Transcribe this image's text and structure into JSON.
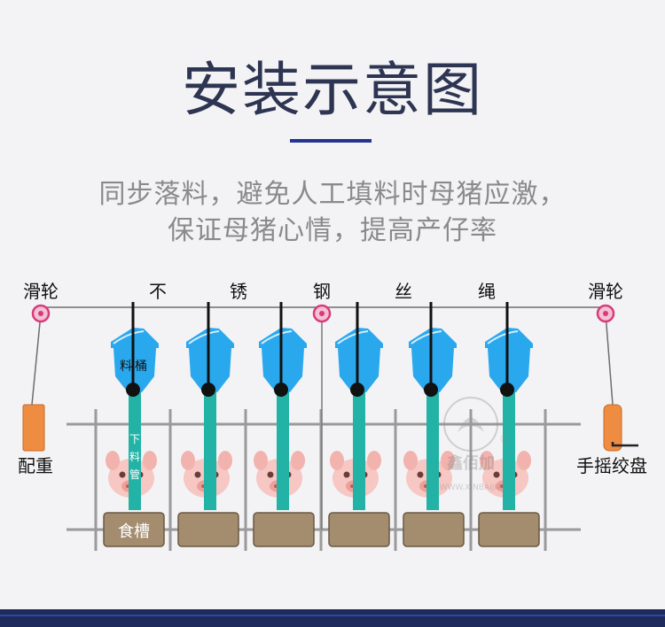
{
  "header": {
    "title": "安装示意图",
    "subtitle_line1": "同步落料，避免人工填料时母猪应激，",
    "subtitle_line2": "保证母猪心情，提高产仔率"
  },
  "diagram": {
    "pulley_left_label": "滑轮",
    "pulley_right_label": "滑轮",
    "wire_label_chars": [
      "不",
      "锈",
      "钢",
      "丝",
      "绳"
    ],
    "counterweight_label": "配重",
    "winch_label": "手摇绞盘",
    "hopper_label": "料桶",
    "downpipe_label_chars": [
      "下",
      "料",
      "管"
    ],
    "trough_label": "食槽",
    "unit_count": 6,
    "watermark_text": "鑫佰加",
    "watermark_mark": "®",
    "watermark_sub": "WWW.XINBAIJIA",
    "colors": {
      "hopper": "#2aa8ee",
      "pipe": "#22b3a6",
      "trough": "#a48d6e",
      "counterweight": "#ee8c42",
      "pulley": "#d83a7a",
      "title_bar": "#243494"
    }
  }
}
